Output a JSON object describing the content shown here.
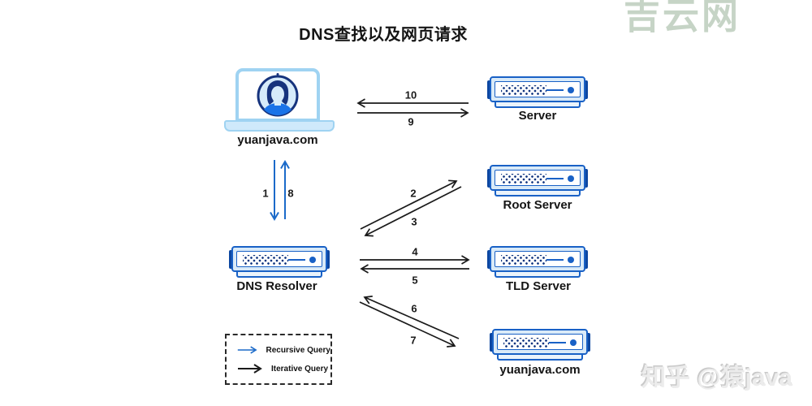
{
  "title": "DNS查找以及网页请求",
  "watermarks": {
    "top": "吉云网",
    "bottom": "知乎 @猿java"
  },
  "nodes": {
    "client": {
      "label": "yuanjava.com",
      "icon": "laptop-user-icon"
    },
    "web_server": {
      "label": "Server",
      "icon": "server-icon"
    },
    "root_server": {
      "label": "Root Server",
      "icon": "server-icon"
    },
    "tld_server": {
      "label": "TLD Server",
      "icon": "server-icon"
    },
    "auth_server": {
      "label": "yuanjava.com",
      "icon": "server-icon"
    },
    "dns_resolver": {
      "label": "DNS Resolver",
      "icon": "server-icon"
    }
  },
  "steps": {
    "s1": "1",
    "s2": "2",
    "s3": "3",
    "s4": "4",
    "s5": "5",
    "s6": "6",
    "s7": "7",
    "s8": "8",
    "s9": "9",
    "s10": "10"
  },
  "legend": {
    "recursive_label": "Recursive Query",
    "iterative_label": "Iterative Query"
  },
  "colors": {
    "recursive_arrow": "#1b6ac9",
    "iterative_arrow": "#1a1a1a",
    "server_border": "#1961c6",
    "server_fill": "#d9eaf8",
    "server_tab": "#0d47a1",
    "laptop_border": "#9fd3f2",
    "avatar_navy": "#16337d",
    "avatar_blue": "#1a73e8",
    "watermark_top": "#c6d4c6",
    "watermark_bottom": "#ececec"
  }
}
